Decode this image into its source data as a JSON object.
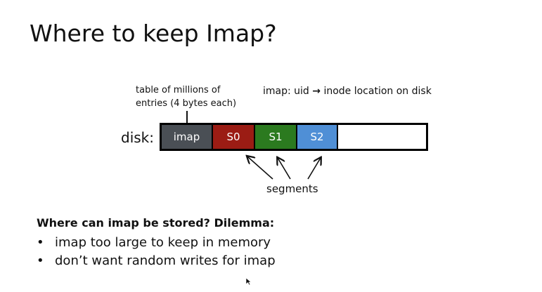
{
  "slide": {
    "title": "Where to keep Imap?",
    "table_note": "table of millions of entries (4 bytes each)",
    "imap_mapping": {
      "prefix": "imap: uid",
      "arrow": "→",
      "suffix": "inode location on disk"
    },
    "disk_label": "disk:",
    "blocks": [
      {
        "label": "imap",
        "color": "#4a4f55"
      },
      {
        "label": "S0",
        "color": "#9b1c14"
      },
      {
        "label": "S1",
        "color": "#2b7a1f"
      },
      {
        "label": "S2",
        "color": "#4f8fd6"
      },
      {
        "label": "",
        "color": "#ffffff"
      }
    ],
    "segments_label": "segments",
    "question": "Where can imap be stored? Dilemma:",
    "bullets": [
      "imap too large to keep in memory",
      "don’t want random writes for imap"
    ]
  }
}
